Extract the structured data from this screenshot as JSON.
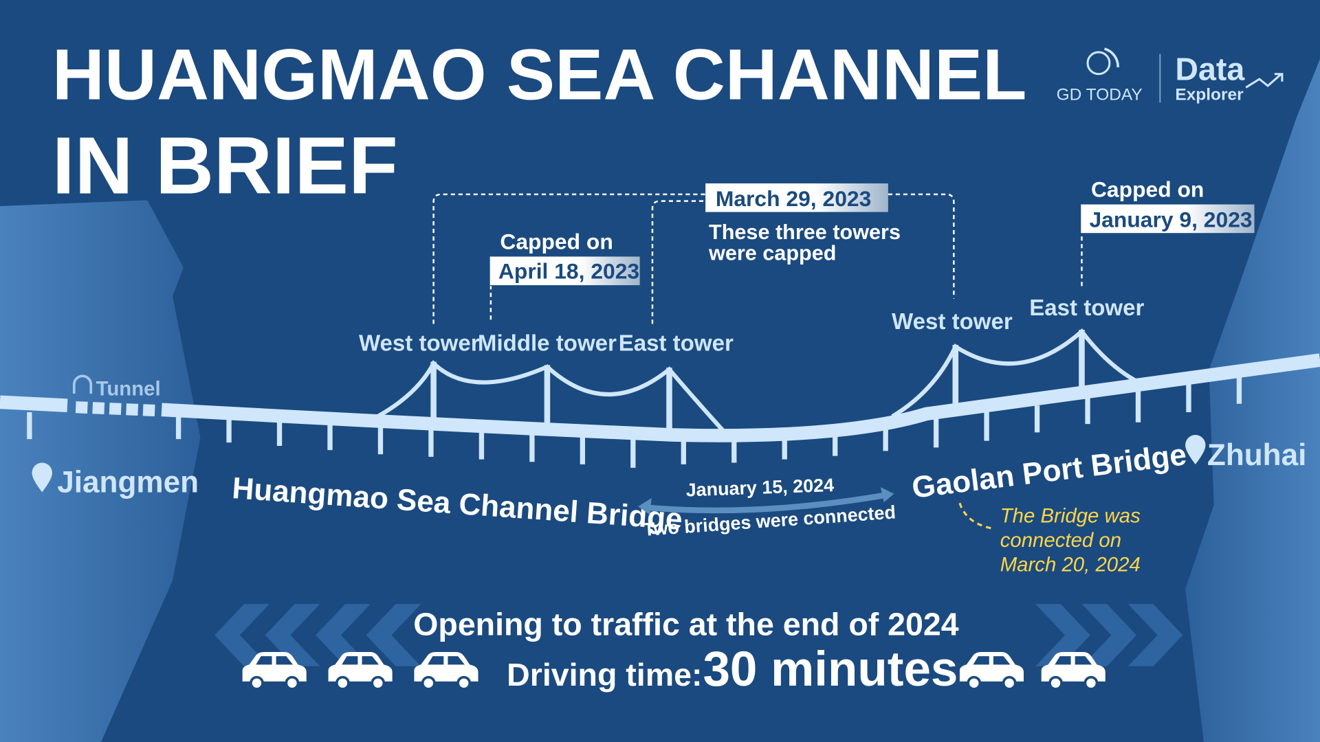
{
  "title": {
    "line1": "HUANGMAO SEA CHANNEL",
    "line2": "IN BRIEF"
  },
  "logos": {
    "gd_today": "GD TODAY",
    "data": "Data",
    "explorer": "Explorer"
  },
  "callouts": {
    "march": {
      "date": "March 29, 2023",
      "line1": "These three towers",
      "line2": "were capped"
    },
    "april": {
      "label": "Capped on",
      "date": "April 18, 2023"
    },
    "january": {
      "label": "Capped on",
      "date": "January 9, 2023"
    }
  },
  "towers": [
    "West tower",
    "Middle tower",
    "East tower",
    "West tower",
    "East tower"
  ],
  "places": {
    "tunnel": "Tunnel",
    "left": "Jiangmen",
    "right": "Zhuhai"
  },
  "bridges": {
    "main": "Huangmao Sea Channel Bridge",
    "gaolan": "Gaolan Port Bridge",
    "connect_date": "January  15, 2024",
    "connect_text": "Two bridges were connected",
    "gaolan_note": [
      "The Bridge was",
      "connected on",
      "March 20, 2024"
    ]
  },
  "footer": {
    "opening": "Opening to traffic at the end of 2024",
    "driving_label": "Driving time:",
    "driving_value": "30 minutes"
  },
  "colors": {
    "bg": "#1a4a7f",
    "bridge": "#cfe6fb",
    "cliff": "#3b70aa",
    "note": "#ffd54a"
  }
}
